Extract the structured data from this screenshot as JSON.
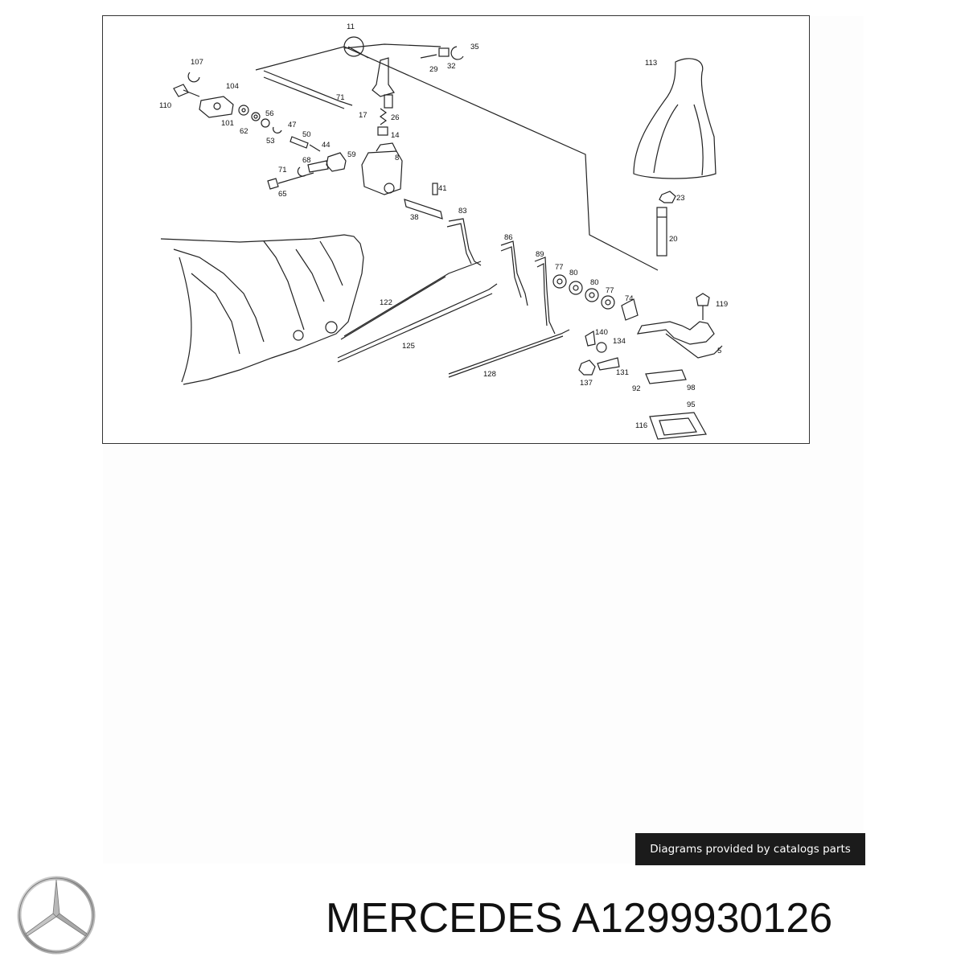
{
  "diagram": {
    "callouts": [
      "11",
      "35",
      "29",
      "32",
      "107",
      "104",
      "110",
      "71",
      "17",
      "26",
      "14",
      "101",
      "62",
      "56",
      "53",
      "47",
      "50",
      "44",
      "68",
      "59",
      "8",
      "71",
      "65",
      "41",
      "38",
      "83",
      "113",
      "23",
      "20",
      "86",
      "89",
      "77",
      "80",
      "80",
      "77",
      "74",
      "122",
      "125",
      "119",
      "140",
      "134",
      "5",
      "128",
      "131",
      "137",
      "92",
      "98",
      "95",
      "116"
    ]
  },
  "credit": {
    "text": "Diagrams provided by catalogs parts"
  },
  "brand": {
    "logo_icon": "mercedes-star-icon"
  },
  "part": {
    "title": "MERCEDES A1299930126"
  }
}
